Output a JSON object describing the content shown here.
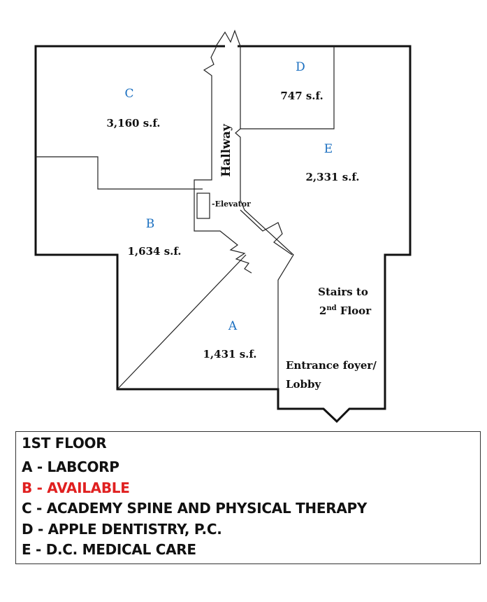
{
  "floor_title": "1ST FLOOR",
  "units": [
    {
      "letter": "A",
      "area": "1,431 s.f."
    },
    {
      "letter": "B",
      "area": "1,634 s.f."
    },
    {
      "letter": "C",
      "area": "3,160 s.f."
    },
    {
      "letter": "D",
      "area": "747 s.f."
    },
    {
      "letter": "E",
      "area": "2,331 s.f."
    }
  ],
  "labels": {
    "hallway": "Hallway",
    "elevator": "-Elevator",
    "stairs_line1": "Stairs to",
    "stairs_prefix": "2",
    "stairs_sup": "nd",
    "stairs_suffix": " Floor",
    "foyer_line1": "Entrance foyer/",
    "foyer_line2": "Lobby"
  },
  "legend": [
    {
      "text": "A - LABCORP",
      "color": "#111111"
    },
    {
      "text": "B - AVAILABLE",
      "color": "#e02020"
    },
    {
      "text": "C - ACADEMY SPINE AND PHYSICAL THERAPY",
      "color": "#111111"
    },
    {
      "text": "D - APPLE DENTISTRY, P.C.",
      "color": "#111111"
    },
    {
      "text": "E - D.C. MEDICAL CARE",
      "color": "#111111"
    }
  ],
  "colors": {
    "letter": "#1a6fc0",
    "available": "#e02020"
  }
}
